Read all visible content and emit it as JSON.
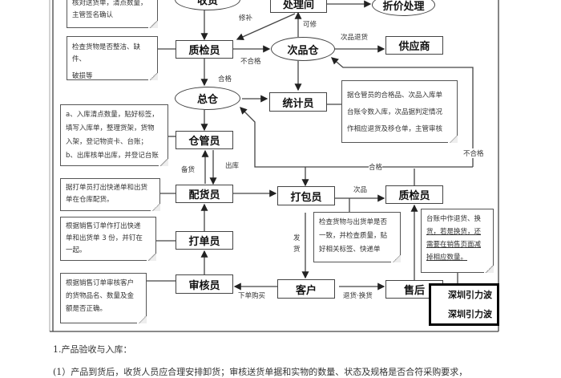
{
  "nodes": {
    "shouhuo": "收货",
    "chulijian": "处理间",
    "zhejia": "折价处理",
    "zhijian1": "质检员",
    "cipincang": "次品仓",
    "gongyingshang": "供应商",
    "zongcang": "总仓",
    "tongji": "统计员",
    "cangguan": "仓管员",
    "peihuo": "配货员",
    "dabao": "打包员",
    "zhijian2": "质检员",
    "dadan": "打单员",
    "shenhe": "审核员",
    "kehu": "客户",
    "shouhou": "售后"
  },
  "notes": {
    "receive": [
      "核对送货单，清点数量，",
      "主管签名确认"
    ],
    "inspect": [
      "检查货物是否整洁、缺件、",
      "破损等"
    ],
    "stats": [
      "据仓管员的合格品、次品入库单",
      "台账令数入库，次品据判定情况",
      "作相应退货及移仓单，主管审核"
    ],
    "warehouse": [
      "a、入库清点数量，贴好标签，",
      "填写入库单，整理货架，货物",
      "入架，登记物资卡、台账；",
      "b、出库核单出库，并登记台账"
    ],
    "picking": [
      "据打单员打出快递单和出货",
      "单在仓库配货。"
    ],
    "pack_check": [
      "检查货物与出货单是否",
      "一致，并检查质量，贴",
      "好相关标签、快递单"
    ],
    "after_sales": [
      "台账中作退货、换",
      "货，若是换货，还",
      "需要在销售页面减",
      "掉相应数量。"
    ],
    "print": [
      "根据销售订单作打出快递",
      "单和出货单 3 份，并钉在",
      "一起。"
    ],
    "audit": [
      "根据销售订单审核客户",
      "的货物品名、数量及金",
      "额是否正确。"
    ]
  },
  "labels": {
    "repair": "修补",
    "repairable": "可修",
    "return_defect": "次品退货",
    "fail1": "不合格",
    "pass1": "合格",
    "stock_prep": "备货",
    "outbound": "出库",
    "pass2": "合格",
    "fail2": "不合格",
    "defect": "次品",
    "ship": "发货",
    "order": "下单购买",
    "return_exchange": "退货·换货"
  },
  "watermark": [
    "深圳引力波",
    "深圳引力波"
  ],
  "text": {
    "heading": "1.产品验收与入库：",
    "para1": "(1）产品到货后，收货人员应合理安排卸货；审核送货单据和实物的数量、状态及规格是否合符采购要求，"
  }
}
